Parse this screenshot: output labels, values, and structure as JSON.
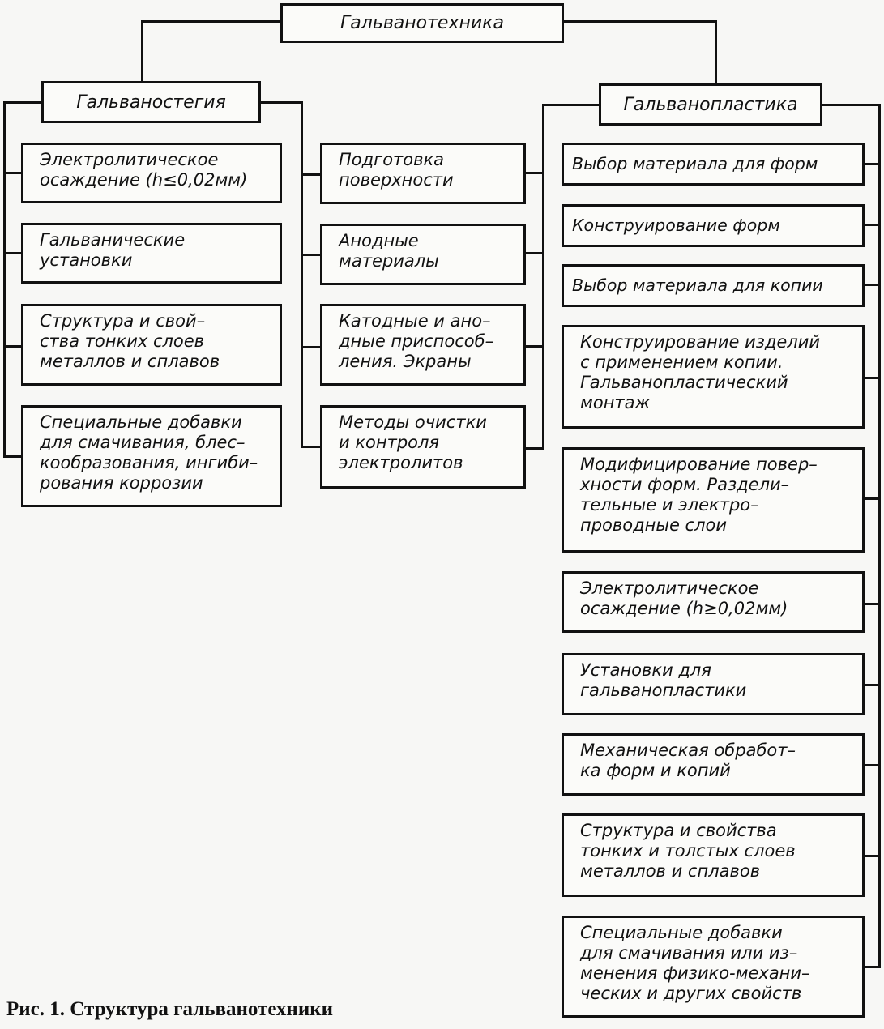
{
  "root": "Гальванотехника",
  "left": {
    "title": "Гальваностегия",
    "items": [
      "Электролитическое\nосаждение (h≤0,02мм)",
      "Гальванические\nустановки",
      "Структура и свой–\nства тонких слоев\nметаллов и сплавов",
      "Специальные добавки\nдля смачивания, блес–\nкообразования, ингиби–\nрования коррозии"
    ]
  },
  "middle": {
    "items": [
      "Подготовка\nповерхности",
      "Анодные\nматериалы",
      "Катодные и ано–\nдные приспособ–\nления. Экраны",
      "Методы очистки\nи контроля\nэлектролитов"
    ]
  },
  "right": {
    "title": "Гальванопластика",
    "items": [
      "Выбор материала для форм",
      "Конструирование форм",
      "Выбор материала для копии",
      "Конструирование изделий\nс применением копии.\nГальванопластический\nмонтаж",
      "Модифицирование повер–\nхности форм. Раздели–\nтельные и электро–\nпроводные слои",
      "Электролитическое\nосаждение (h≥0,02мм)",
      "Установки для\nгальванопластики",
      "Механическая обработ–\nка форм и копий",
      "Структура и свойства\nтонких и толстых слоев\nметаллов и сплавов",
      "Специальные добавки\nдля смачивания или из–\nменения физико-механи–\nческих и других свойств"
    ]
  },
  "caption": "Рис. 1. Структура гальванотехники"
}
